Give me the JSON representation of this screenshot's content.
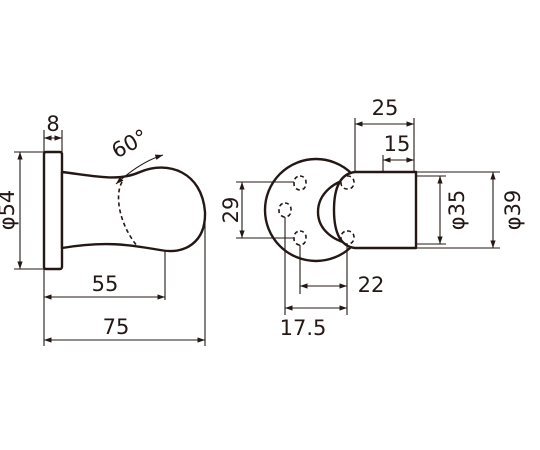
{
  "side_view": {
    "width": "8",
    "diameter": "φ54",
    "angle": "60°",
    "length_knob": "55",
    "length_total": "75"
  },
  "end_view": {
    "length_outer": "25",
    "length_inner": "15",
    "hole_spacing_vertical": "29",
    "hole_spacing_horizontal": "22",
    "hole_offset": "17.5",
    "diameter_inner": "φ35",
    "diameter_outer": "φ39"
  },
  "colors": {
    "line": "#231815",
    "background": "#ffffff"
  }
}
